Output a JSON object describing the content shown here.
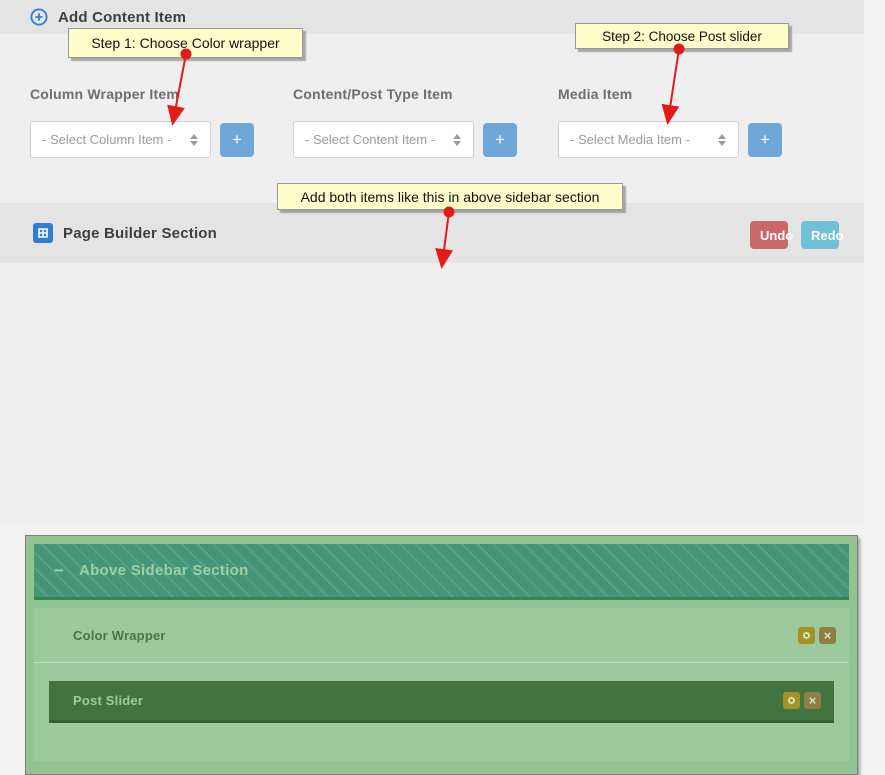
{
  "add_content": {
    "title": "Add Content Item",
    "groups": [
      {
        "label": "Column Wrapper Item",
        "placeholder": "- Select Column Item -"
      },
      {
        "label": "Content/Post Type Item",
        "placeholder": "- Select Content Item -"
      },
      {
        "label": "Media Item",
        "placeholder": "- Select Media Item -"
      }
    ],
    "add_button_label": "+"
  },
  "callouts": [
    {
      "text": "Step 1: Choose Color wrapper"
    },
    {
      "text": "Step 2: Choose Post slider"
    },
    {
      "text": "Add both items like this in above sidebar section"
    }
  ],
  "page_builder": {
    "title": "Page Builder Section",
    "undo_label": "Undo",
    "redo_label": "Redo"
  },
  "builder_tree": {
    "collapse_glyph": "−",
    "section_title": "Above Sidebar Section",
    "wrapper_label": "Color Wrapper",
    "child_label": "Post Slider",
    "close_glyph": "×"
  },
  "colors": {
    "accent_blue": "#2e7ed3",
    "add_button_blue": "#6fa7d9",
    "undo_red": "#c9696a",
    "redo_teal": "#70c0d7",
    "section_green": "#92c492",
    "section_header_green": "#459579",
    "wrapper_green": "#9dca9d",
    "child_green": "#41743f",
    "gear_button_olive": "#a39324",
    "close_button_olive": "#8d7f45",
    "callout_yellow": "#ffffcc",
    "arrow_red": "#e31b18",
    "header_gray": "#e4e4e4",
    "panel_gray": "#efefef"
  }
}
